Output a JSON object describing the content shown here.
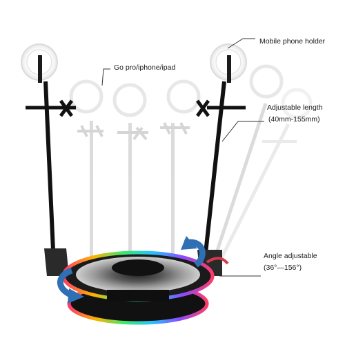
{
  "callouts": {
    "mobile_holder": "Mobile phone holder",
    "gopro": "Go pro/iphone/ipad",
    "length_title": "Adjustable length",
    "length_range": "(40mm-155mm)",
    "angle_title": "Angle adjustable",
    "angle_range": "(36°—156°)"
  },
  "colors": {
    "pole": "#111111",
    "ghost_pole": "#c9c9c9",
    "ring_light": "#f2f2f2",
    "base": "#1b1b1b",
    "arrow_blue": "#2f6fb3",
    "arrow_red": "#d43a4b"
  },
  "icons": {
    "rotate_arrows": "rotate-arrows-icon"
  }
}
